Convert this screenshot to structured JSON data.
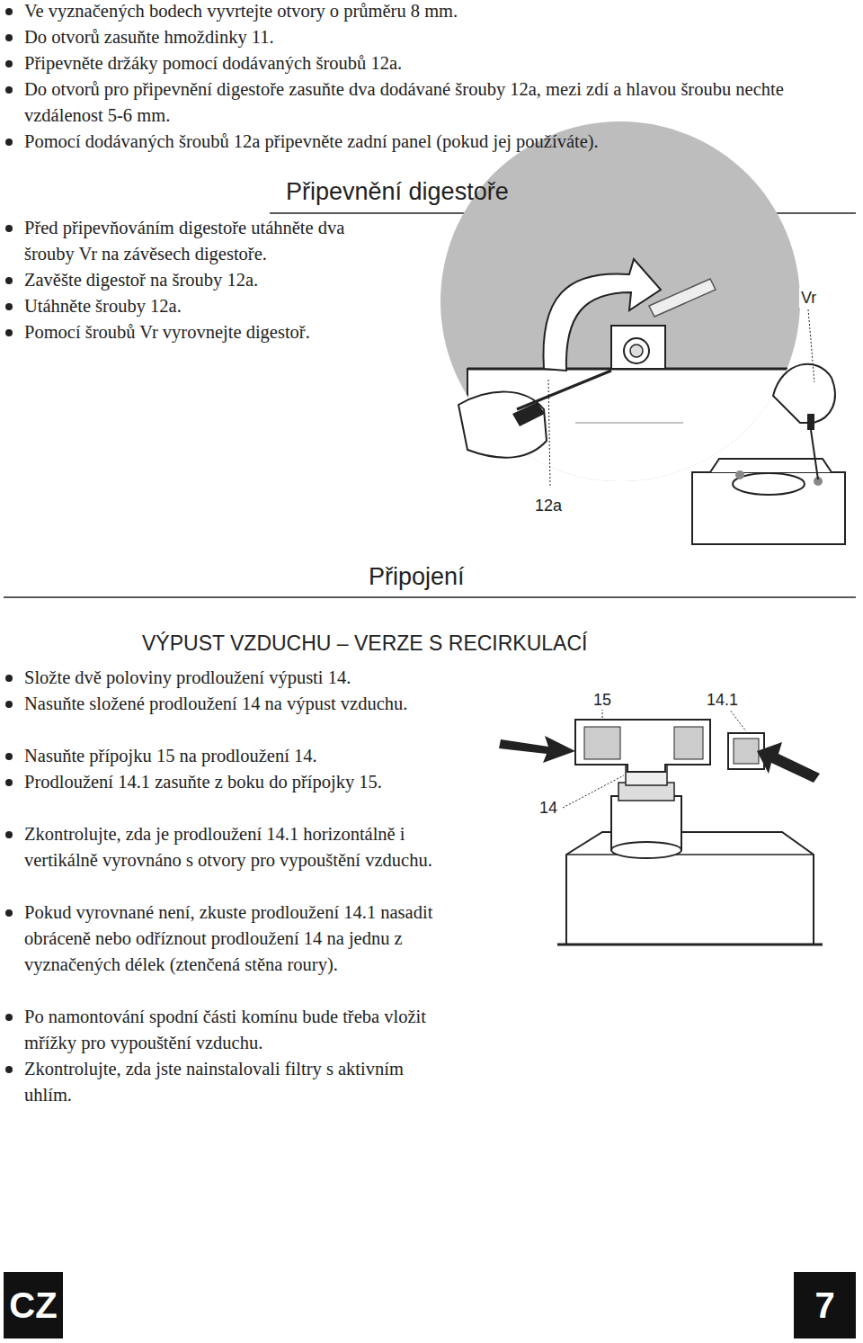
{
  "diagram": {
    "labels": [
      "Ve vyznačených bodech vyvrtejte otvory o průměru 8 mm.",
      "Do otvorů zasuňte hmoždinky 11.",
      "Připevněte držáky pomocí dodávaných šroubů 12a.",
      "Do otvorů pro připevnění digestoře zasuňte dva dodávané šrouby 12a, mezi zdí a hlavou šroubu nechte vzdálenost 5-6 mm.",
      "Pomocí dodávaných šroubů 12a připevněte zadní panel (pokud jej používáte).",
      "Připevnění digestoře",
      "Před připevňováním digestoře utáhněte dva šrouby Vr na závěsech digestoře.",
      "Zavěšte digestoř na šrouby 12a.",
      "Utáhněte šrouby 12a.",
      "Pomocí šroubů Vr vyrovnejte digestoř.",
      "Vr",
      "12a",
      "Připojení",
      "VÝPUST VZDUCHU – VERZE S RECIRKULACÍ",
      "Složte dvě poloviny prodloužení výpusti 14.",
      "Nasuňte složené prodloužení 14 na výpust vzduchu.",
      "Nasuňte přípojku 15 na prodloužení 14.",
      "Prodloužení 14.1 zasuňte z boku do přípojky 15.",
      "Zkontrolujte, zda je prodloužení 14.1 horizontálně i vertikálně vyrovnáno s otvory pro vypouštění vzduchu.",
      "Pokud vyrovnané není, zkuste prodloužení 14.1 nasadit obráceně nebo odříznout prodloužení 14 na jednu z vyznačených délek (ztenčená stěna roury).",
      "Po namontování spodní části komínu bude třeba vložit mřížky pro vypouštění vzduchu.",
      "Zkontrolujte, zda jste nainstalovali filtry s aktivním uhlím.",
      "15",
      "14.1",
      "14",
      "CZ",
      "7"
    ]
  }
}
